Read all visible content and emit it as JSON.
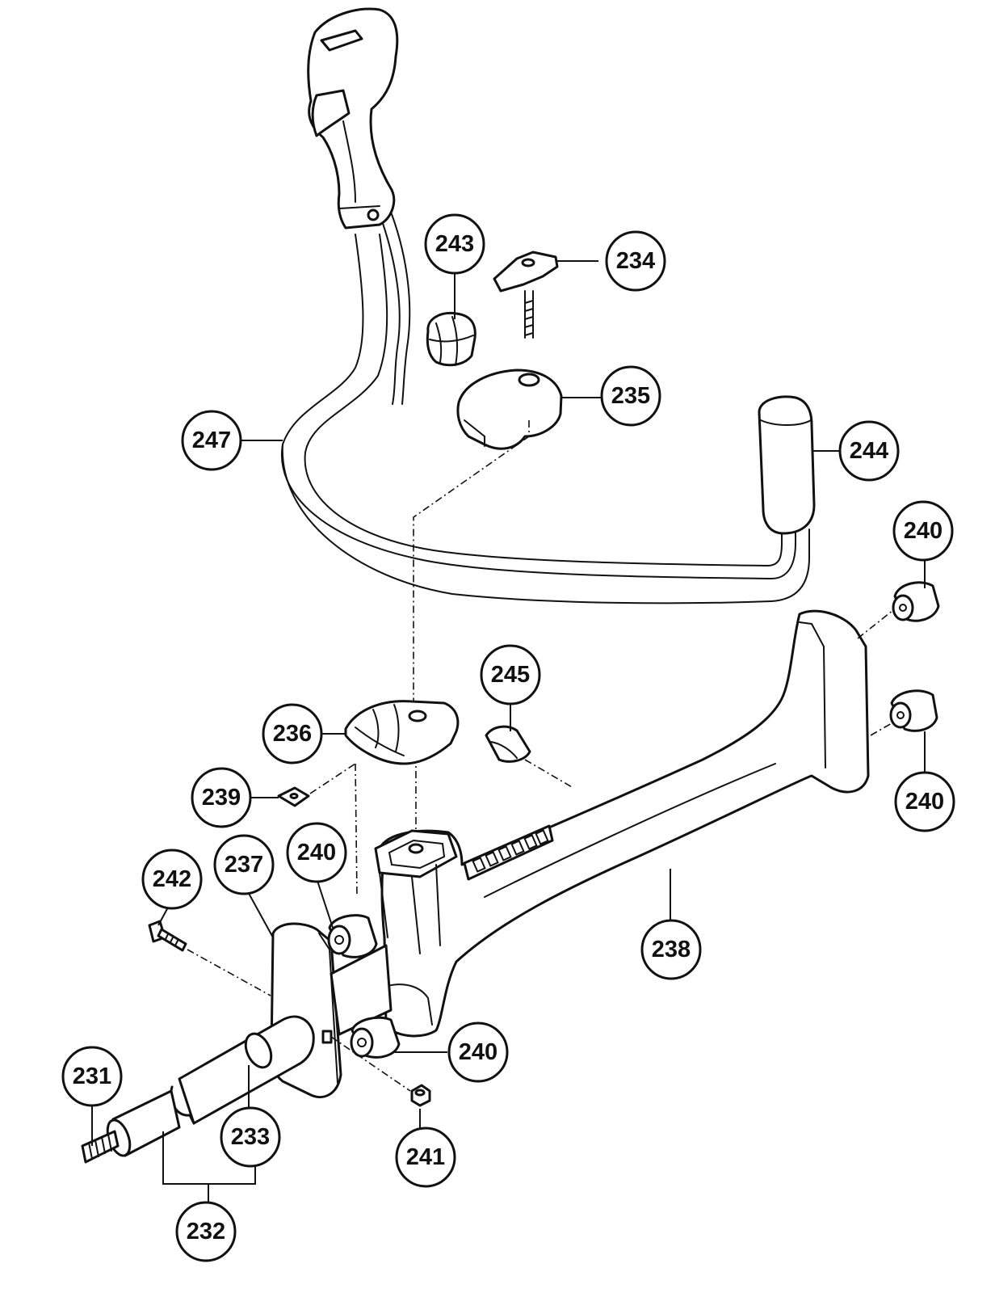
{
  "diagram": {
    "callouts": [
      {
        "id": "c231",
        "label": "231"
      },
      {
        "id": "c232",
        "label": "232"
      },
      {
        "id": "c233",
        "label": "233"
      },
      {
        "id": "c234",
        "label": "234"
      },
      {
        "id": "c235",
        "label": "235"
      },
      {
        "id": "c236",
        "label": "236"
      },
      {
        "id": "c237",
        "label": "237"
      },
      {
        "id": "c238",
        "label": "238"
      },
      {
        "id": "c239",
        "label": "239"
      },
      {
        "id": "c240a",
        "label": "240"
      },
      {
        "id": "c240b",
        "label": "240"
      },
      {
        "id": "c240c",
        "label": "240"
      },
      {
        "id": "c240d",
        "label": "240"
      },
      {
        "id": "c241",
        "label": "241"
      },
      {
        "id": "c242",
        "label": "242"
      },
      {
        "id": "c243",
        "label": "243"
      },
      {
        "id": "c244",
        "label": "244"
      },
      {
        "id": "c245",
        "label": "245"
      },
      {
        "id": "c247",
        "label": "247"
      }
    ]
  }
}
